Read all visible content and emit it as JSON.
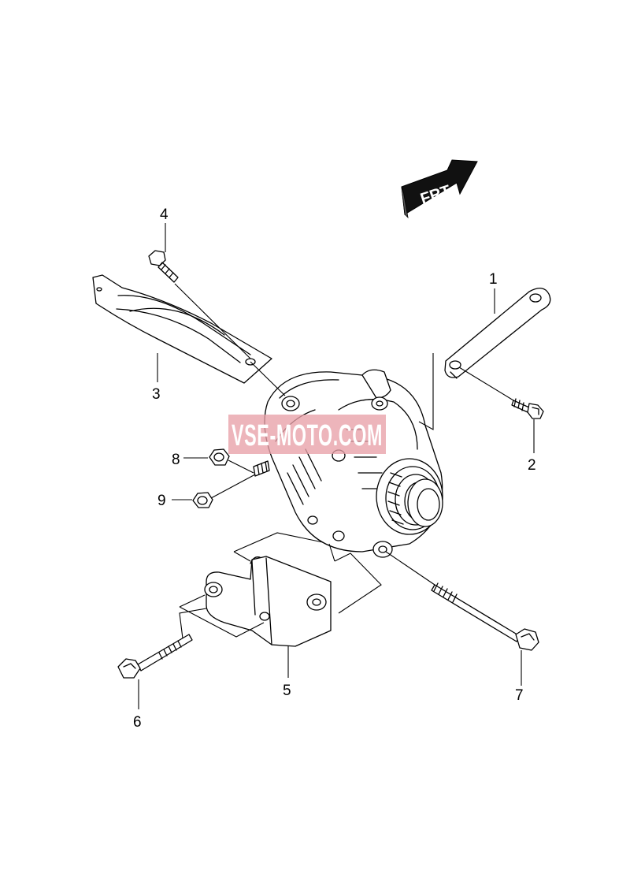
{
  "direction_badge": {
    "label": "FRT"
  },
  "watermark": {
    "text": "VSE-MOTO.COM",
    "color": "#e8a0a8"
  },
  "callouts": [
    {
      "id": "1",
      "label": "1"
    },
    {
      "id": "2",
      "label": "2"
    },
    {
      "id": "3",
      "label": "3"
    },
    {
      "id": "4",
      "label": "4"
    },
    {
      "id": "5",
      "label": "5"
    },
    {
      "id": "6",
      "label": "6"
    },
    {
      "id": "7",
      "label": "7"
    },
    {
      "id": "8",
      "label": "8"
    },
    {
      "id": "9",
      "label": "9"
    }
  ]
}
